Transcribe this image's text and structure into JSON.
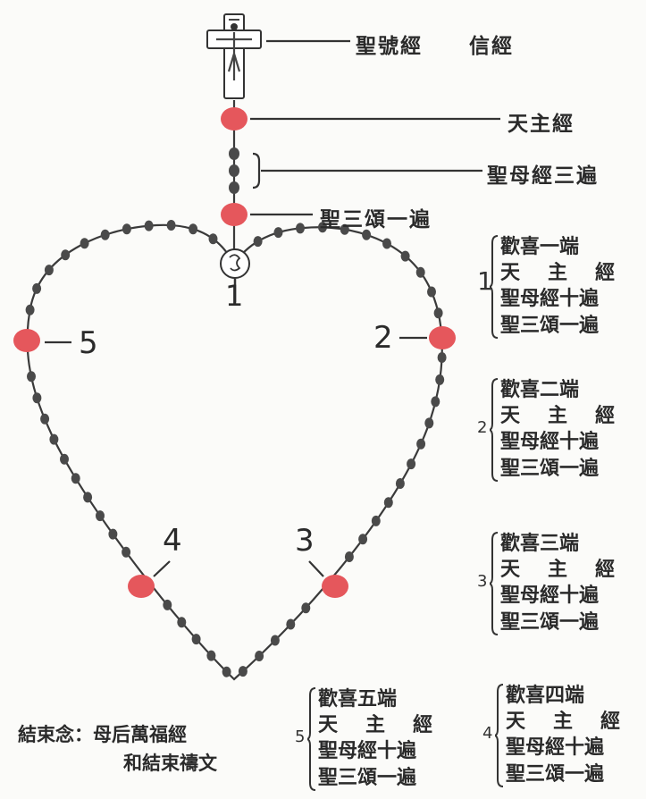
{
  "top": {
    "crucifix_label": "聖號經",
    "creed_label": "信經",
    "our_father_label": "天主經",
    "hail_mary_label": "聖母經三遍",
    "glory_be_label": "聖三頌一遍"
  },
  "loop": {
    "junction_number": "1",
    "markers": [
      "2",
      "3",
      "4",
      "5"
    ]
  },
  "decades": [
    {
      "number": "1",
      "lines": [
        "歡喜一端",
        "天",
        "主",
        "經",
        "聖母經十遍",
        "聖三頌一遍"
      ]
    },
    {
      "number": "2",
      "lines": [
        "歡喜二端",
        "天",
        "主",
        "經",
        "聖母經十遍",
        "聖三頌一遍"
      ]
    },
    {
      "number": "3",
      "lines": [
        "歡喜三端",
        "天",
        "主",
        "經",
        "聖母經十遍",
        "聖三頌一遍"
      ]
    },
    {
      "number": "4",
      "lines": [
        "歡喜四端",
        "天",
        "主",
        "經",
        "聖母經十遍",
        "聖三頌一遍"
      ]
    },
    {
      "number": "5",
      "lines": [
        "歡喜五端",
        "天",
        "主",
        "經",
        "聖母經十遍",
        "聖三頌一遍"
      ]
    }
  ],
  "closing": {
    "line1": "結束念：母后萬福經",
    "line2": "和結束禱文"
  },
  "colors": {
    "large_bead": "#e5575c",
    "small_bead": "#4a4a4a",
    "chain": "#3a3a3a"
  }
}
